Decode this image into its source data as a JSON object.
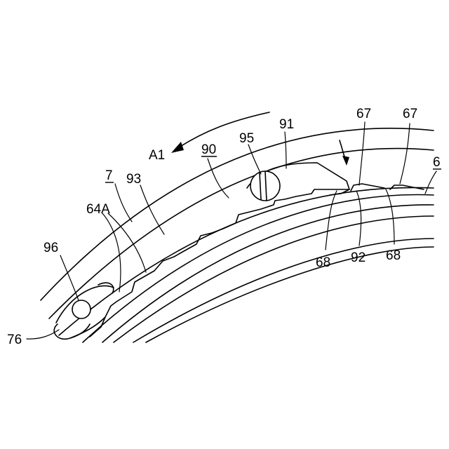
{
  "labels": {
    "a1": "A1",
    "n90": "90",
    "n95": "95",
    "n91": "91",
    "n67a": "67",
    "n67b": "67",
    "n6": "6",
    "n7": "7",
    "n93": "93",
    "n64a": "64A",
    "n96": "96",
    "n76": "76",
    "n68a": "68",
    "n92": "92",
    "n68b": "68"
  }
}
